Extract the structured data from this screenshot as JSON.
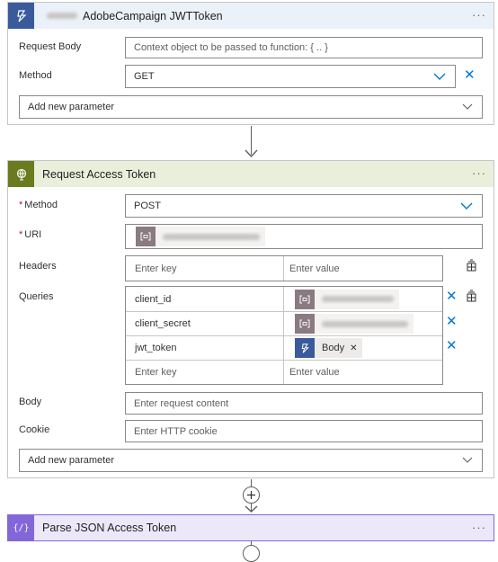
{
  "card1": {
    "title": "AdobeCampaign JWTToken",
    "more": "···",
    "request_body_label": "Request Body",
    "request_body_placeholder": "Context object to be passed to function: { .. }",
    "method_label": "Method",
    "method_value": "GET",
    "add_param": "Add new parameter"
  },
  "card2": {
    "title": "Request Access Token",
    "more": "···",
    "method_label": "Method",
    "method_value": "POST",
    "uri_label": "URI",
    "headers_label": "Headers",
    "header_key_placeholder": "Enter key",
    "header_value_placeholder": "Enter value",
    "queries_label": "Queries",
    "queries": [
      {
        "key": "client_id"
      },
      {
        "key": "client_secret"
      },
      {
        "key": "jwt_token",
        "token": "Body"
      }
    ],
    "query_key_placeholder": "Enter key",
    "query_value_placeholder": "Enter value",
    "body_label": "Body",
    "body_placeholder": "Enter request content",
    "cookie_label": "Cookie",
    "cookie_placeholder": "Enter HTTP cookie",
    "add_param": "Add new parameter"
  },
  "card3": {
    "title": "Parse JSON Access Token",
    "more": "···"
  },
  "colors": {
    "function_header": "#eaf1f8",
    "function_icon": "#3a5a9b",
    "http_header": "#eaefdc",
    "http_icon": "#6a7a1e",
    "parse_header": "#ece8f9",
    "parse_icon": "#8367d9",
    "accent": "#0078d4"
  }
}
